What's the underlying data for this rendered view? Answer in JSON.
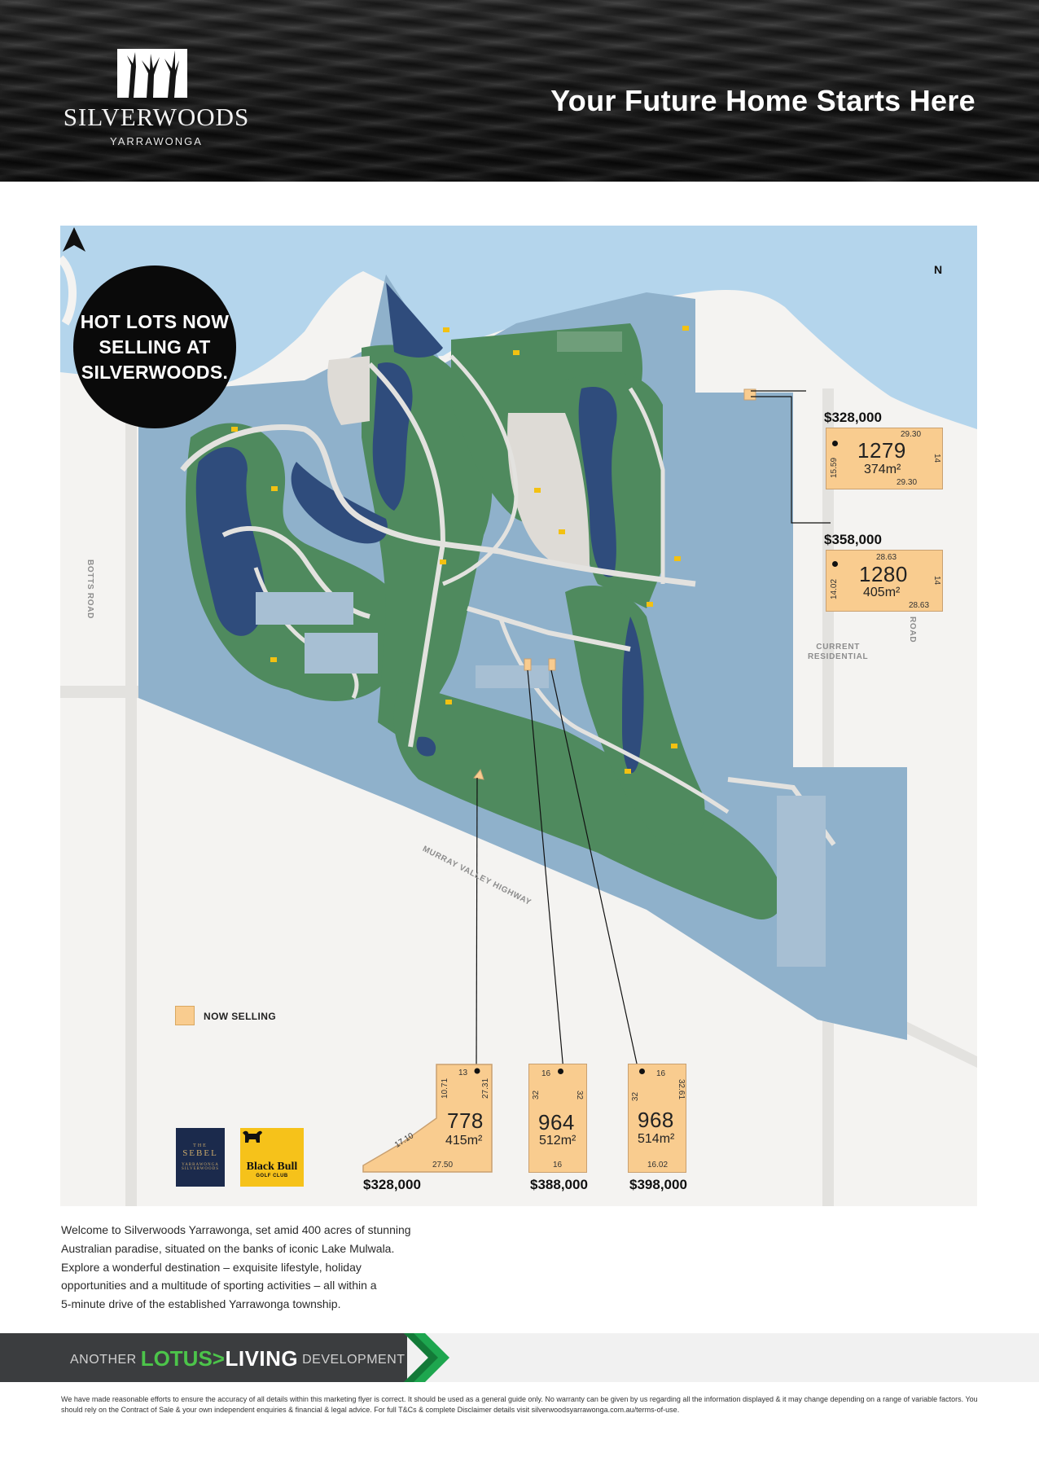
{
  "header": {
    "logo_word": "SILVERWOODS",
    "logo_sub": "YARRAWONGA",
    "headline": "Your Future Home Starts Here"
  },
  "map": {
    "badge": "HOT LOTS NOW\nSELLING AT\nSILVERWOODS.",
    "north": "N",
    "labels": {
      "botts_road": "BOTTS ROAD",
      "current_residential": "CURRENT\nRESIDENTIAL",
      "highway": "MURRAY VALLEY HIGHWAY",
      "road_right": "ROAD"
    },
    "legend": {
      "now_selling": "NOW SELLING"
    },
    "colors": {
      "water": "#b4d5ec",
      "lots": "#8fb1cb",
      "golf": "#4f8a5e",
      "sold_lot": "#f9cc8f",
      "road": "#ebeae7"
    }
  },
  "lots": {
    "l1279": {
      "price": "$328,000",
      "number": "1279",
      "area": "374m²",
      "top": "29.30",
      "bottom": "29.30",
      "left": "15.59",
      "right": "14"
    },
    "l1280": {
      "price": "$358,000",
      "number": "1280",
      "area": "405m²",
      "top": "28.63",
      "bottom": "28.63",
      "left": "14.02",
      "right": "14"
    },
    "l778": {
      "price": "$328,000",
      "number": "778",
      "area": "415m²",
      "top": "13",
      "left_upper": "10.71",
      "right": "27.31",
      "diagonal": "17.10",
      "bottom": "27.50"
    },
    "l964": {
      "price": "$388,000",
      "number": "964",
      "area": "512m²",
      "top": "16",
      "bottom": "16",
      "left": "32",
      "right": "32"
    },
    "l968": {
      "price": "$398,000",
      "number": "968",
      "area": "514m²",
      "top": "16",
      "bottom": "16.02",
      "left": "32",
      "right": "32.61"
    }
  },
  "brands": {
    "sebel_line1": "THE",
    "sebel_line2": "SEBEL",
    "sebel_line3": "YARRAWONGA SILVERWOODS",
    "bull_line1": "Black Bull",
    "bull_line2": "GOLF CLUB"
  },
  "intro": {
    "line1": "Welcome to Silverwoods Yarrawonga, set amid 400 acres of stunning",
    "line2": "Australian paradise, situated on the banks of iconic Lake Mulwala.",
    "line3": "Explore a wonderful destination – exquisite lifestyle, holiday",
    "line4": "opportunities and a multitude of sporting activities – all within a",
    "line5": "5-minute drive of the established Yarrawonga township."
  },
  "footer": {
    "another": "ANOTHER",
    "lotus": "LOTUS",
    "gt": ">",
    "living": "LIVING",
    "development": "DEVELOPMENT",
    "disclaimer": "We have made reasonable efforts to ensure the accuracy of all details within this marketing flyer is correct.  It should be used as a general guide only. No warranty can be given by us regarding all the information displayed & it may change depending on a range of variable factors. You should rely on the Contract of Sale & your own independent enquiries & financial & legal advice. For full T&Cs & complete Disclaimer details visit silverwoodsyarrawonga.com.au/terms-of-use."
  }
}
